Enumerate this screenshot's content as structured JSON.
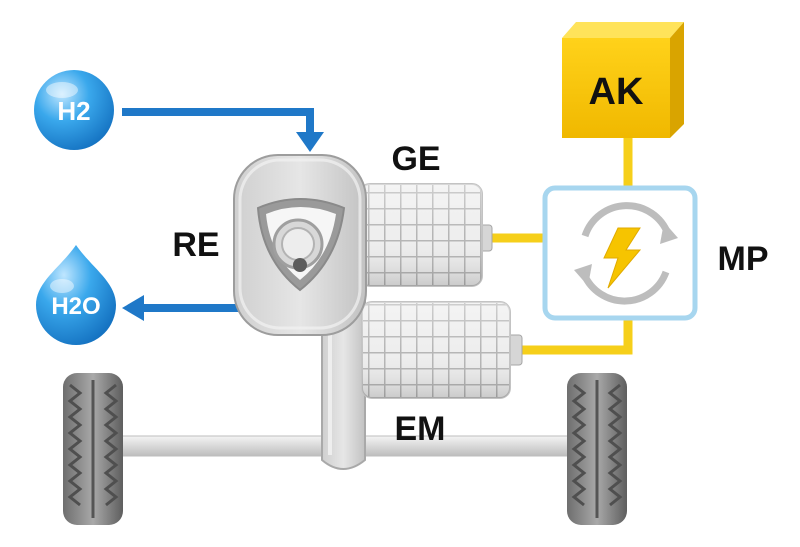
{
  "labels": {
    "h2": "H2",
    "h2o": "H2O",
    "re": "RE",
    "ge": "GE",
    "em": "EM",
    "ak": "AK",
    "mp": "MP"
  },
  "icons": {
    "power_converter": "lightning-bolt-with-circular-arrows",
    "water_drop": "water-drop",
    "hydrogen_bubble": "sphere"
  },
  "colors": {
    "hydrogen_line": "#1f78c8",
    "electric_line": "#f6cf1a",
    "battery": "#f4c800",
    "converter_border": "#a7d6ef",
    "bolt": "#f6c400",
    "bubble": "#2fa0e6"
  }
}
